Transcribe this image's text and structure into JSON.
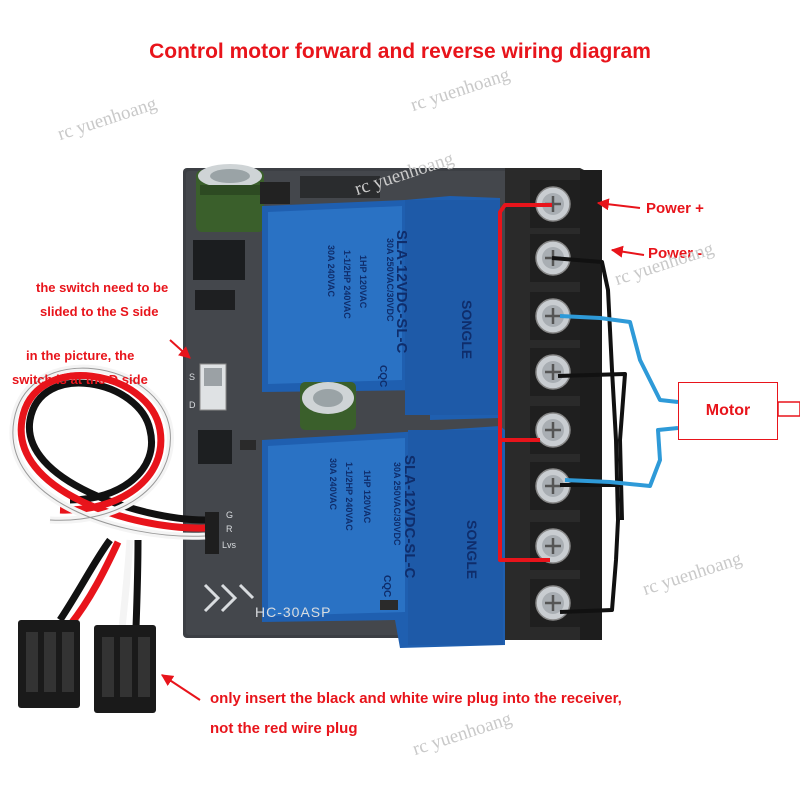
{
  "title": "Control motor forward and reverse wiring diagram",
  "labels": {
    "power_plus": "Power +",
    "power_minus": "Power -",
    "motor": "Motor",
    "switch_note_1": "the switch need to be",
    "switch_note_2": "slided to the S side",
    "switch_note_3": "in the picture, the",
    "switch_note_4": "switch is at the D side",
    "plug_note_1": "only insert the black and white wire plug into the receiver,",
    "plug_note_2": "not the red wire plug"
  },
  "board": {
    "model": "HC-30ASP",
    "switch_s": "S",
    "switch_d": "D",
    "pin_g": "G",
    "pin_r": "R",
    "pin_lvs": "Lvs"
  },
  "relays": [
    {
      "model": "SLA-12VDC-SL-C",
      "brand": "SONGLE",
      "rating1": "30A 250VAC/30VDC",
      "rating2": "1HP 120VAC",
      "rating3": "1-1/2HP 240VAC",
      "rating4": "30A 240VAC",
      "cert": "CQC"
    },
    {
      "model": "SLA-12VDC-SL-C",
      "brand": "SONGLE",
      "rating1": "30A 250VAC/30VDC",
      "rating2": "1HP 120VAC",
      "rating3": "1-1/2HP 240VAC",
      "rating4": "30A 240VAC",
      "cert": "CQC"
    }
  ],
  "watermark": "rc yuenhoang",
  "colors": {
    "annotation": "#e8141b",
    "board": "#3c3f44",
    "relay": "#1e63b8",
    "terminal_block": "#2a2a2a",
    "wire_red": "#e8141b",
    "wire_blue": "#2e9ad8",
    "wire_black": "#111111"
  }
}
